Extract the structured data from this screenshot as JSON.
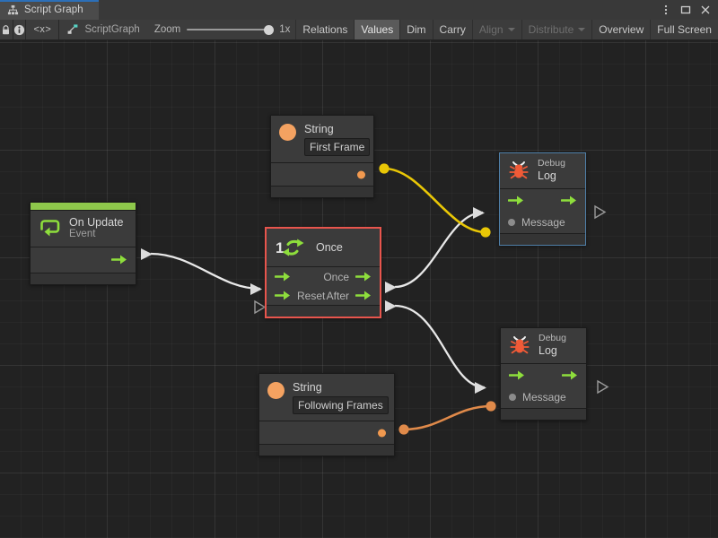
{
  "window": {
    "tab_label": "Script Graph",
    "tab_icon": "graph-hierarchy-icon",
    "controls": {
      "menu": "kebab-menu-icon",
      "maximize": "maximize-icon",
      "close": "close-icon"
    }
  },
  "toolbar": {
    "lock_icon": "lock-icon",
    "info_icon": "info-icon",
    "code_label": "<x>",
    "breadcrumb_icon": "script-graph-icon",
    "breadcrumb_label": "ScriptGraph",
    "zoom_label": "Zoom",
    "zoom_value": "1x",
    "zoom_percent": 100,
    "buttons": [
      {
        "label": "Relations",
        "state": "normal"
      },
      {
        "label": "Values",
        "state": "active"
      },
      {
        "label": "Dim",
        "state": "normal"
      },
      {
        "label": "Carry",
        "state": "normal"
      },
      {
        "label": "Align",
        "state": "disabled",
        "caret": true
      },
      {
        "label": "Distribute",
        "state": "disabled",
        "caret": true
      },
      {
        "label": "Overview",
        "state": "normal"
      },
      {
        "label": "Full Screen",
        "state": "normal"
      }
    ]
  },
  "colors": {
    "canvas_bg": "#222222",
    "node_bg": "#3b3b3b",
    "event_accent": "#8ec84b",
    "selection_red": "#e8554d",
    "selection_blue": "#4f7fa8",
    "flow_green": "#8ede3c",
    "wire_white": "#e8e8e8",
    "wire_yellow": "#e9c706",
    "wire_orange": "#e08a4a",
    "string_orange": "#f4a261"
  },
  "graph": {
    "nodes": [
      {
        "id": "on-update",
        "kind": "event",
        "title": "On Update",
        "subtitle": "Event",
        "icon": "update-loop-icon",
        "selected": false,
        "outputs": [
          {
            "label": "",
            "type": "flow"
          }
        ]
      },
      {
        "id": "string-first-frame",
        "kind": "literal",
        "title": "String",
        "icon": "string-circle-icon",
        "value": "First Frame",
        "selected": false
      },
      {
        "id": "once",
        "kind": "control",
        "title": "Once",
        "icon": "once-loop-icon",
        "selected": true,
        "inputs": [
          {
            "label": "",
            "type": "flow"
          },
          {
            "label": "Reset",
            "type": "flow"
          }
        ],
        "outputs": [
          {
            "label": "Once",
            "type": "flow"
          },
          {
            "label": "After",
            "type": "flow"
          }
        ]
      },
      {
        "id": "string-following-frames",
        "kind": "literal",
        "title": "String",
        "icon": "string-circle-icon",
        "value": "Following Frames",
        "selected": false
      },
      {
        "id": "debug-log-1",
        "kind": "unit",
        "title_small": "Debug",
        "title": "Log",
        "icon": "bug-icon",
        "selected": true,
        "inputs": [
          {
            "label": "",
            "type": "flow"
          },
          {
            "label": "Message",
            "type": "value"
          }
        ],
        "outputs": [
          {
            "label": "",
            "type": "flow"
          }
        ]
      },
      {
        "id": "debug-log-2",
        "kind": "unit",
        "title_small": "Debug",
        "title": "Log",
        "icon": "bug-icon",
        "selected": false,
        "inputs": [
          {
            "label": "",
            "type": "flow"
          },
          {
            "label": "Message",
            "type": "value"
          }
        ],
        "outputs": [
          {
            "label": "",
            "type": "flow"
          }
        ]
      }
    ],
    "edges": [
      {
        "from": "on-update",
        "to": "once",
        "type": "flow",
        "color": "#e8e8e8"
      },
      {
        "from": "once.Once",
        "to": "debug-log-1",
        "type": "flow",
        "color": "#e8e8e8"
      },
      {
        "from": "once.After",
        "to": "debug-log-2",
        "type": "flow",
        "color": "#e8e8e8"
      },
      {
        "from": "string-first-frame",
        "to": "debug-log-1.Message",
        "type": "value",
        "color": "#e9c706"
      },
      {
        "from": "string-following-frames",
        "to": "debug-log-2.Message",
        "type": "value",
        "color": "#e08a4a"
      }
    ]
  }
}
